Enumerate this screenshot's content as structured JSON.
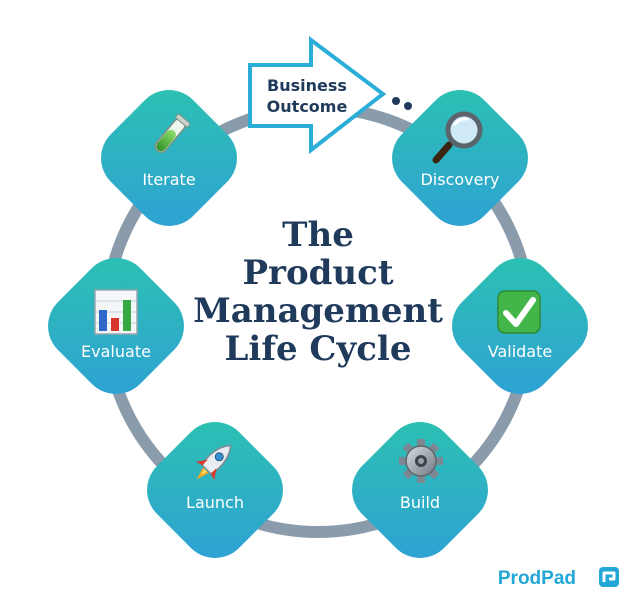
{
  "title_lines": [
    "The",
    "Product",
    "Management",
    "Life Cycle"
  ],
  "start_arrow": {
    "lines": [
      "Business",
      "Outcome"
    ]
  },
  "stages": [
    {
      "key": "discovery",
      "label": "Discovery",
      "icon": "magnifying-glass-icon"
    },
    {
      "key": "validate",
      "label": "Validate",
      "icon": "check-mark-box-icon"
    },
    {
      "key": "build",
      "label": "Build",
      "icon": "gear-icon"
    },
    {
      "key": "launch",
      "label": "Launch",
      "icon": "rocket-icon"
    },
    {
      "key": "evaluate",
      "label": "Evaluate",
      "icon": "bar-chart-icon"
    },
    {
      "key": "iterate",
      "label": "Iterate",
      "icon": "test-tube-icon"
    }
  ],
  "brand": {
    "name": "ProdPad"
  },
  "colors": {
    "ring": "#8a9bab",
    "node_gradient_start": "#2cc3b0",
    "node_gradient_end": "#2f9fd6",
    "title": "#1f3a5a",
    "arrow_border": "#2aaed8",
    "brand": "#22a7d6"
  }
}
